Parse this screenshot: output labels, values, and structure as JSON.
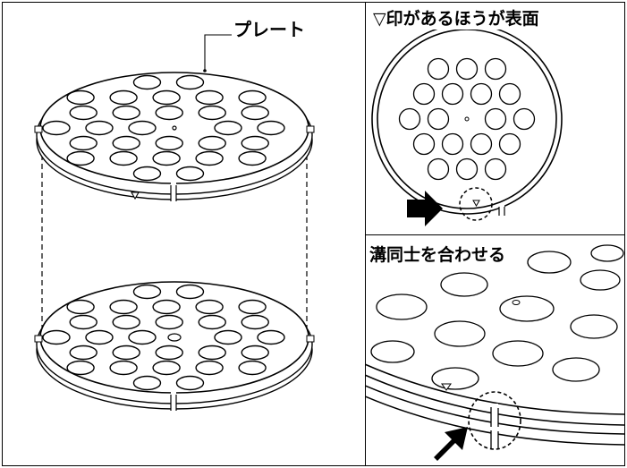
{
  "labels": {
    "plate": "プレート",
    "face_note": "▽印があるほうが表面",
    "groove_note": "溝同士を合わせる"
  },
  "colors": {
    "line": "#000000",
    "background": "#ffffff"
  }
}
